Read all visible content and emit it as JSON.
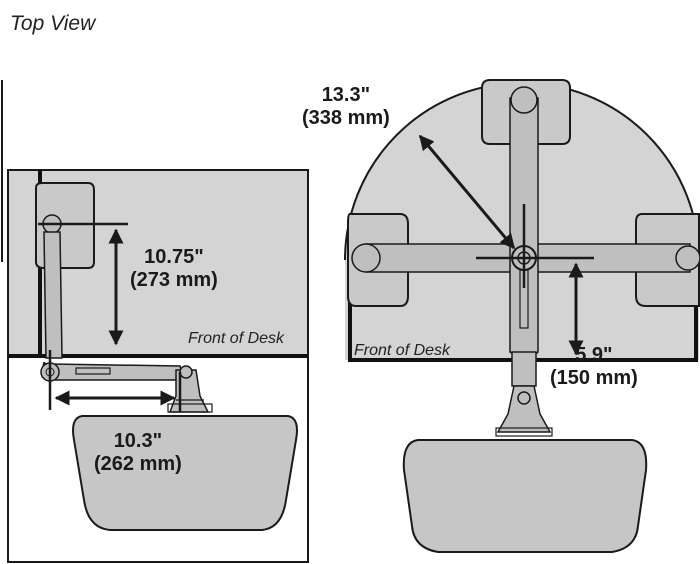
{
  "title": "Top View",
  "left_diagram": {
    "depth_dimension": {
      "inches": "10.75\"",
      "millimeters": "(273 mm)"
    },
    "reach_dimension": {
      "inches": "10.3\"",
      "millimeters": "(262 mm)"
    },
    "desk_edge_label": "Front of Desk"
  },
  "right_diagram": {
    "radius_dimension": {
      "inches": "13.3\"",
      "millimeters": "(338 mm)"
    },
    "offset_dimension": {
      "inches": "5.9\"",
      "millimeters": "(150 mm)"
    },
    "desk_edge_label": "Front of Desk"
  },
  "colors": {
    "desk_fill": "#d4d4d4",
    "arm_fill": "#bfbfbf",
    "monitor_fill": "#c9c9c9",
    "keyboard_tray_fill": "#c6c6c6",
    "outline": "#1a1a1a",
    "desk_edge": "#111111"
  }
}
